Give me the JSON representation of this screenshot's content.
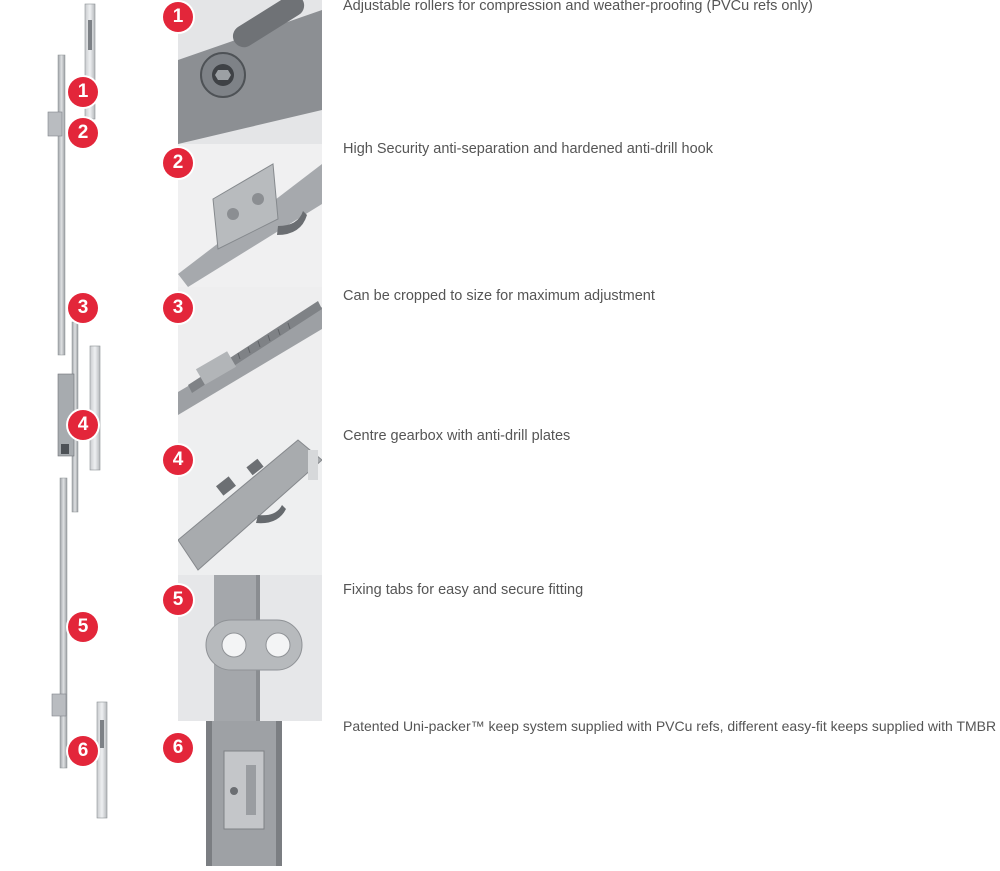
{
  "features": [
    {
      "number": "1",
      "caption": "Adjustable rollers for compression and weather-proofing (PVCu refs only)",
      "icon": "roller-detail"
    },
    {
      "number": "2",
      "caption": "High Security anti-separation and hardened anti-drill hook",
      "icon": "hook-detail"
    },
    {
      "number": "3",
      "caption": "Can be cropped to size for maximum adjustment",
      "icon": "rack-detail"
    },
    {
      "number": "4",
      "caption": "Centre gearbox with anti-drill plates",
      "icon": "gearbox-detail"
    },
    {
      "number": "5",
      "caption": "Fixing tabs for easy and secure fitting",
      "icon": "fixing-tab-detail"
    },
    {
      "number": "6",
      "caption": "Patented Uni-packer™ keep system supplied with PVCu refs, different easy-fit keeps supplied with TMBR refs",
      "icon": "keep-detail"
    }
  ],
  "colors": {
    "badge": "#e3263a",
    "text": "#555555",
    "metal": "#a9acb0"
  }
}
